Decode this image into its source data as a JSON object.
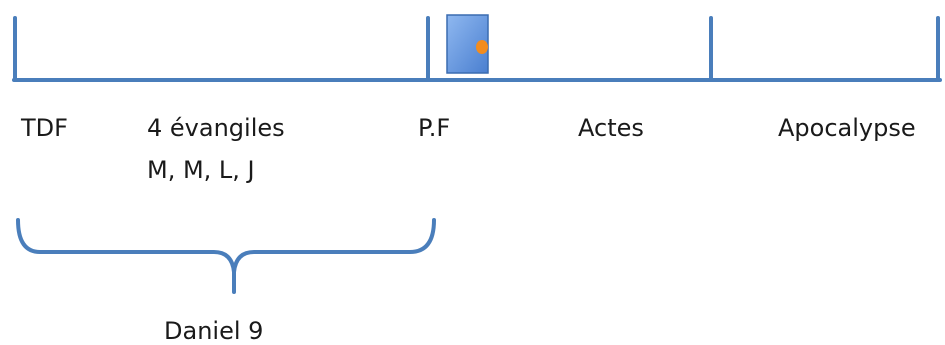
{
  "timeline": {
    "labels": {
      "tdf": "TDF",
      "evangiles_line1": "4 évangiles",
      "evangiles_line2": "M, M, L, J",
      "pf": "P.F",
      "actes": "Actes",
      "apocalypse": "Apocalypse"
    }
  },
  "brace": {
    "label": "Daniel 9"
  },
  "colors": {
    "line": "#4a7ebb",
    "marker_fill": "#6d9eeb",
    "marker_dot": "#f28c1e"
  }
}
